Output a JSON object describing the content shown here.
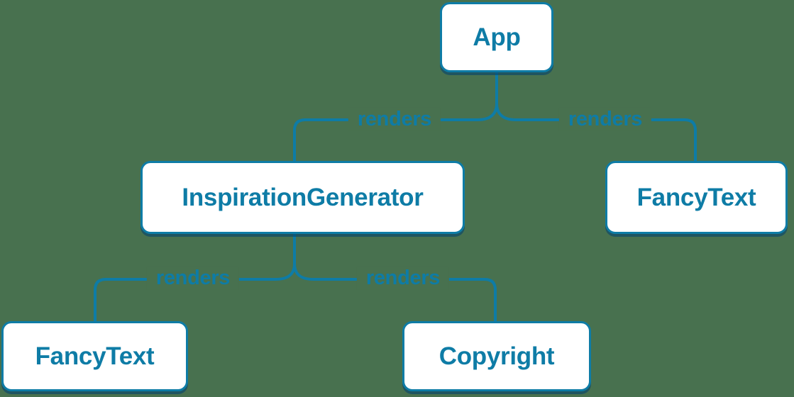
{
  "diagram": {
    "type": "component-render-tree",
    "colors": {
      "background": "#48714F",
      "accent": "#0E7CA6",
      "node_fill": "#FFFFFF",
      "node_shadow": "rgba(9,70,108,0.65)"
    },
    "nodes": [
      {
        "id": "app",
        "label": "App"
      },
      {
        "id": "inspiration-generator",
        "label": "InspirationGenerator"
      },
      {
        "id": "fancy-text-top",
        "label": "FancyText"
      },
      {
        "id": "fancy-text-bottom",
        "label": "FancyText"
      },
      {
        "id": "copyright",
        "label": "Copyright"
      }
    ],
    "edges": [
      {
        "from": "App",
        "to": "InspirationGenerator",
        "label": "renders"
      },
      {
        "from": "App",
        "to": "FancyText",
        "label": "renders"
      },
      {
        "from": "InspirationGenerator",
        "to": "FancyText",
        "label": "renders"
      },
      {
        "from": "InspirationGenerator",
        "to": "Copyright",
        "label": "renders"
      }
    ]
  }
}
